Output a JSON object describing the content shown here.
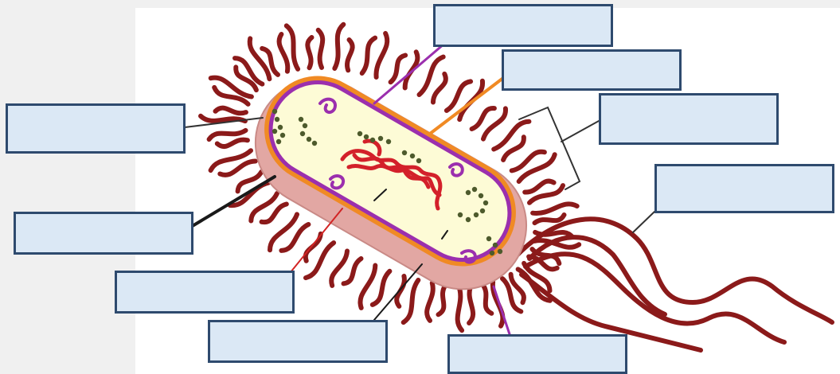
{
  "diagram": {
    "labels": [
      {
        "id": "top-center",
        "text": ""
      },
      {
        "id": "top-right-1",
        "text": ""
      },
      {
        "id": "top-right-2",
        "text": ""
      },
      {
        "id": "right-middle",
        "text": ""
      },
      {
        "id": "left-upper",
        "text": ""
      },
      {
        "id": "left-middle",
        "text": ""
      },
      {
        "id": "left-lower",
        "text": ""
      },
      {
        "id": "bottom-left",
        "text": ""
      },
      {
        "id": "bottom-right",
        "text": ""
      }
    ]
  },
  "colors": {
    "background": "#f0f0f0",
    "panel": "#ffffff",
    "label_fill": "#dbe8f5",
    "label_border": "#2e4a6e",
    "pili": "#8b1a1a",
    "capsule": "#e2a7a3",
    "cell_wall": "#f08a24",
    "membrane": "#9b2fae",
    "cytoplasm": "#fdfbd6",
    "nucleoid": "#d3202a",
    "ribosome": "#4d5a2c"
  }
}
